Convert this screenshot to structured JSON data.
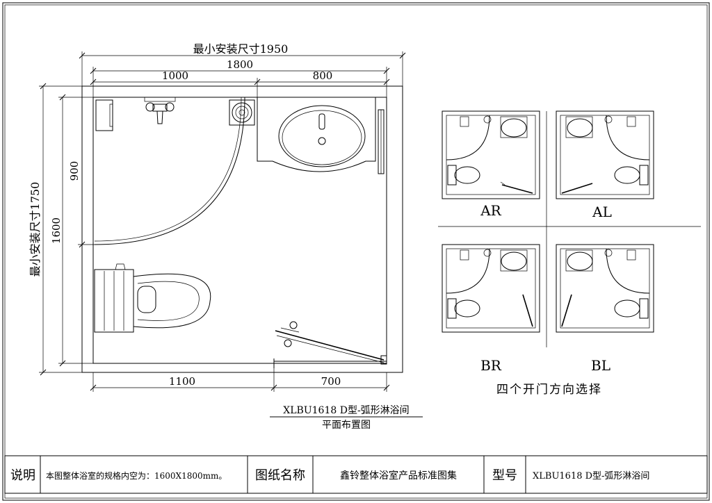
{
  "plan": {
    "overall_width": "最小安装尺寸1950",
    "overall_height": "最小安装尺寸1750",
    "width_inner": "1800",
    "width_left": "1000",
    "width_right": "800",
    "height_inner": "1600",
    "height_upper": "900",
    "width_bottom_left": "1100",
    "width_bottom_right": "700",
    "title": "XLBU1618 D型-弧形淋浴间",
    "subtitle": "平面布置图"
  },
  "options": {
    "labels": [
      "AR",
      "AL",
      "BR",
      "BL"
    ],
    "caption": "四个开门方向选择"
  },
  "title_block": {
    "label_notes": "说明",
    "notes": "本图整体浴室的规格内空为：1600X1800mm。",
    "label_drawing": "图纸名称",
    "drawing_name": "鑫铃整体浴室产品标准图集",
    "label_model": "型号",
    "model": "XLBU1618 D型-弧形淋浴间"
  }
}
